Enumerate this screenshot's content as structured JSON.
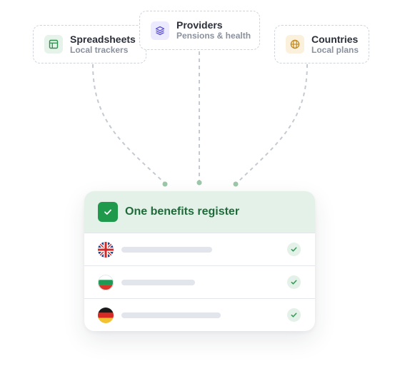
{
  "sources": [
    {
      "title": "Spreadsheets",
      "subtitle": "Local trackers",
      "icon": "table-icon",
      "icon_bg": "#e6f3ea",
      "icon_color": "#2f8f4e"
    },
    {
      "title": "Providers",
      "subtitle": "Pensions & health",
      "icon": "layers-icon",
      "icon_bg": "#eceafe",
      "icon_color": "#5b4fd6"
    },
    {
      "title": "Countries",
      "subtitle": "Local plans",
      "icon": "globe-icon",
      "icon_bg": "#fbf0dc",
      "icon_color": "#c08a1e"
    }
  ],
  "register": {
    "title": "One benefits register",
    "rows": [
      {
        "flag": "uk-flag-icon",
        "status": "check-icon"
      },
      {
        "flag": "bulgaria-flag-icon",
        "status": "check-icon"
      },
      {
        "flag": "germany-flag-icon",
        "status": "check-icon"
      }
    ]
  },
  "colors": {
    "accent_green": "#1f9a4d",
    "header_bg": "#e4f1e8",
    "connector": "#c5cad2",
    "connector_dot": "#9cc7a8"
  }
}
